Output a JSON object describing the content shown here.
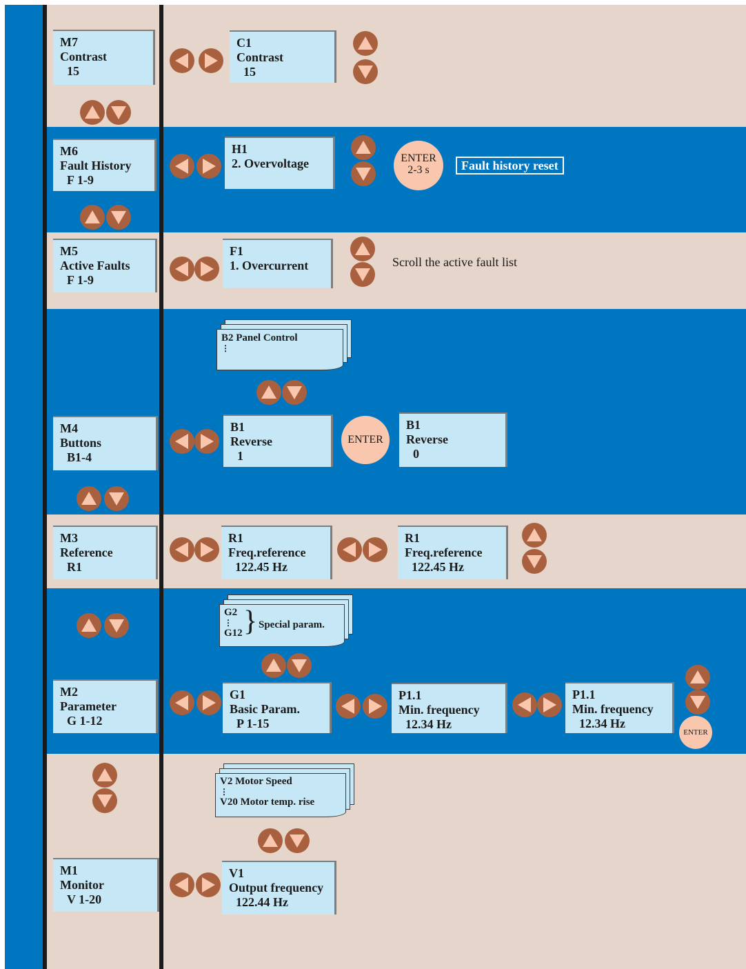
{
  "colors": {
    "beige": "#e6d5ca",
    "blue": "#0076c0",
    "lcd": "#c6e7f6",
    "button": "#a9603e",
    "enter": "#f8c7ae"
  },
  "menus": {
    "m7": {
      "code": "M7",
      "name": "Contrast",
      "value": "15"
    },
    "m6": {
      "code": "M6",
      "name": "Fault History",
      "value": "F 1-9"
    },
    "m5": {
      "code": "M5",
      "name": "Active Faults",
      "value": "F 1-9"
    },
    "m4": {
      "code": "M4",
      "name": "Buttons",
      "value": "B1-4"
    },
    "m3": {
      "code": "M3",
      "name": "Reference",
      "value": "R1"
    },
    "m2": {
      "code": "M2",
      "name": "Parameter",
      "value": "G 1-12"
    },
    "m1": {
      "code": "M1",
      "name": "Monitor",
      "value": "V 1-20"
    }
  },
  "c1": {
    "code": "C1",
    "name": "Contrast",
    "value": "15"
  },
  "h1": {
    "code": "H1",
    "name": "2. Overvoltage"
  },
  "fault_enter": {
    "label": "ENTER",
    "time": "2-3 s"
  },
  "fault_reset": "Fault history reset",
  "f1": {
    "code": "F1",
    "name": "1. Overcurrent"
  },
  "active_fault_note": "Scroll the active fault list",
  "b_stack": {
    "line1": "B2 Panel Control",
    "dots": "⋮"
  },
  "b1": {
    "code": "B1",
    "name": "Reverse",
    "value": "1"
  },
  "b_enter": "ENTER",
  "b1_new": {
    "code": "B1",
    "name": "Reverse",
    "value": "0"
  },
  "r1": {
    "code": "R1",
    "name": "Freq.reference",
    "value": "122.45 Hz"
  },
  "r1_edit": {
    "code": "R1",
    "name": "Freq.reference",
    "value": "122.45 Hz"
  },
  "g_stack": {
    "top": "G2",
    "dots": "⋮",
    "bottom": "G12",
    "label": "Special param."
  },
  "g1": {
    "code": "G1",
    "name": "Basic Param.",
    "value": "P 1-15"
  },
  "p11": {
    "code": "P1.1",
    "name": "Min. frequency",
    "value": "12.34 Hz"
  },
  "p11_edit": {
    "code": "P1.1",
    "name": "Min. frequency",
    "value": "12.34 Hz"
  },
  "p_enter": "ENTER",
  "v_stack": {
    "line1": "V2 Motor Speed",
    "dots": "⋮",
    "line2": "V20 Motor temp. rise"
  },
  "v1": {
    "code": "V1",
    "name": "Output frequency",
    "value": "122.44 Hz"
  }
}
